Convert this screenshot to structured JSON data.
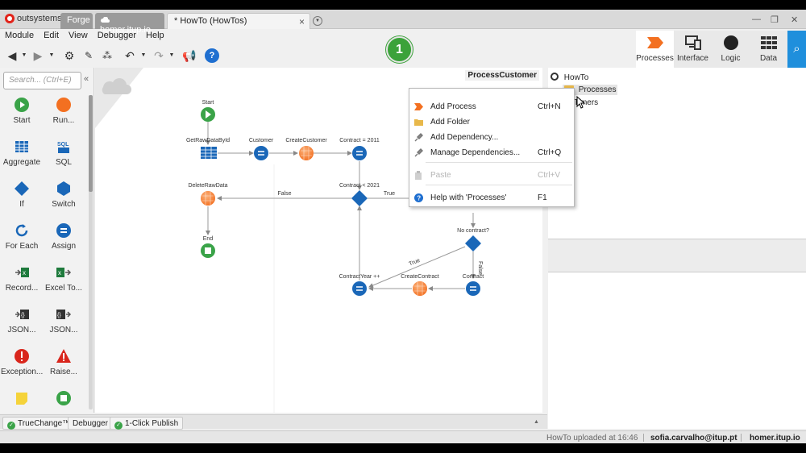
{
  "tabbar": {
    "brand": "outsystems",
    "tabs": [
      {
        "label": "Forge"
      },
      {
        "label": "homer.itup.io"
      },
      {
        "label": "* HowTo (HowTos)"
      }
    ],
    "close": "×"
  },
  "menu": [
    "Module",
    "Edit",
    "View",
    "Debugger",
    "Help"
  ],
  "toolbar": {
    "help": "?",
    "step_badge": "1"
  },
  "main_tabs": [
    {
      "label": "Processes",
      "active": true,
      "icon": "processes-icon"
    },
    {
      "label": "Interface",
      "icon": "interface-icon"
    },
    {
      "label": "Logic",
      "icon": "logic-icon"
    },
    {
      "label": "Data",
      "icon": "data-icon"
    }
  ],
  "toolbox": {
    "search_placeholder": "Search... (Ctrl+E)",
    "items": [
      {
        "label": "Start",
        "icon": "start-icon"
      },
      {
        "label": "Run...",
        "icon": "run-icon"
      },
      {
        "label": "Aggregate",
        "icon": "aggregate-icon"
      },
      {
        "label": "SQL",
        "icon": "sql-icon"
      },
      {
        "label": "If",
        "icon": "if-icon"
      },
      {
        "label": "Switch",
        "icon": "switch-icon"
      },
      {
        "label": "For Each",
        "icon": "foreach-icon"
      },
      {
        "label": "Assign",
        "icon": "assign-icon"
      },
      {
        "label": "Record...",
        "icon": "record-list-to-excel-icon"
      },
      {
        "label": "Excel To...",
        "icon": "excel-to-record-list-icon"
      },
      {
        "label": "JSON...",
        "icon": "json-serialize-icon"
      },
      {
        "label": "JSON...",
        "icon": "json-deserialize-icon"
      },
      {
        "label": "Exception...",
        "icon": "exception-handler-icon"
      },
      {
        "label": "Raise...",
        "icon": "raise-exception-icon"
      },
      {
        "label": "",
        "icon": "comment-icon"
      },
      {
        "label": "",
        "icon": "end-icon"
      }
    ]
  },
  "canvas": {
    "title": "ProcessCustomer",
    "nodes": {
      "start": "Start",
      "get_raw": "GetRawDataById",
      "customer": "Customer",
      "create_customer": "CreateCustomer",
      "contract_2011": "Contract = 2011",
      "delete_raw": "DeleteRawData",
      "contract_2021": "Contract < 2021",
      "end": "End",
      "no_contract": "No contract?",
      "contract_year": "ContractYear ++",
      "create_contract": "CreateContract",
      "contract": "Contract"
    },
    "edges": {
      "false1": "False",
      "true1": "True",
      "true2": "True",
      "false2": "False"
    }
  },
  "context_menu": [
    {
      "label": "Add Process",
      "shortcut": "Ctrl+N",
      "icon": "process-icon",
      "enabled": true
    },
    {
      "label": "Add Folder",
      "shortcut": "",
      "icon": "folder-icon",
      "enabled": true
    },
    {
      "label": "Add Dependency...",
      "shortcut": "",
      "icon": "plug-icon",
      "enabled": true
    },
    {
      "label": "Manage Dependencies...",
      "shortcut": "Ctrl+Q",
      "icon": "plug-icon",
      "enabled": true
    },
    {
      "label": "Paste",
      "shortcut": "Ctrl+V",
      "icon": "paste-icon",
      "enabled": false
    },
    {
      "label": "Help with 'Processes'",
      "shortcut": "F1",
      "icon": "help-icon",
      "enabled": true
    }
  ],
  "tree": {
    "root": "HowTo",
    "processes": "Processes",
    "timers": "Timers"
  },
  "bottom_tabs": [
    {
      "label": "TrueChange™",
      "ok": true
    },
    {
      "label": "Debugger",
      "ok": false
    },
    {
      "label": "1-Click Publish",
      "ok": true
    }
  ],
  "status": {
    "uploaded": "HowTo uploaded at 16:46",
    "user": "sofia.carvalho@itup.pt",
    "server": "homer.itup.io"
  },
  "colors": {
    "accent": "#1f8fdc",
    "process_orange": "#f37021",
    "start_green": "#3aa348",
    "action_blue": "#1a67b8"
  }
}
